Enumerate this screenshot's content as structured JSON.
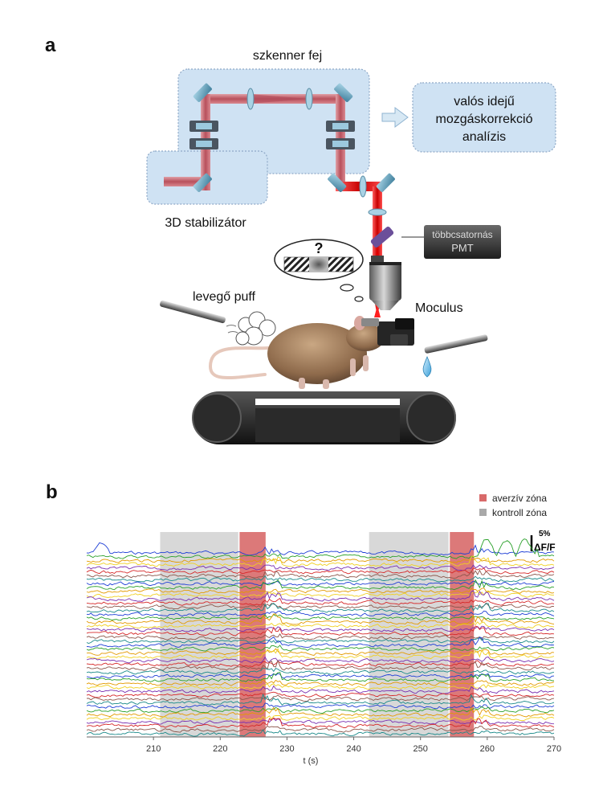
{
  "panel_a": {
    "letter": "a",
    "scanner_head": "szkenner fej",
    "stabilizer": "3D stabilizátor",
    "analysis": [
      "valós idejű",
      "mozgáskorrekció",
      "analízis"
    ],
    "pmt": [
      "többcsatornás",
      "PMT"
    ],
    "air_puff": "levegő puff",
    "moculus": "Moculus",
    "question": "?"
  },
  "panel_b": {
    "letter": "b",
    "legend": {
      "aversive": "averzív zóna",
      "control": "kontroll zóna",
      "aversive_color": "#d86a6a",
      "control_color": "#a9a9a9"
    },
    "scale_bar": {
      "value": "5%",
      "unit": "ΔF/F"
    }
  },
  "chart_data": {
    "type": "line",
    "title": "",
    "xlabel": "t (s)",
    "ylabel": "",
    "xlim": [
      200,
      270
    ],
    "x_ticks": [
      210,
      220,
      230,
      240,
      250,
      260,
      270
    ],
    "x_tick_labels": [
      "210",
      "220",
      "230",
      "240",
      "250",
      "260",
      "270"
    ],
    "control_zones": [
      [
        211,
        222.7
      ],
      [
        242.3,
        254.2
      ]
    ],
    "aversive_zones": [
      [
        222.9,
        226.8
      ],
      [
        254.4,
        258
      ]
    ],
    "trace_count": 48,
    "trace_colors": [
      "#1f3fd6",
      "#2aa02a",
      "#e39a00",
      "#f0d020",
      "#7a2fb0",
      "#d62728",
      "#8c564b",
      "#1a8a8a"
    ]
  }
}
